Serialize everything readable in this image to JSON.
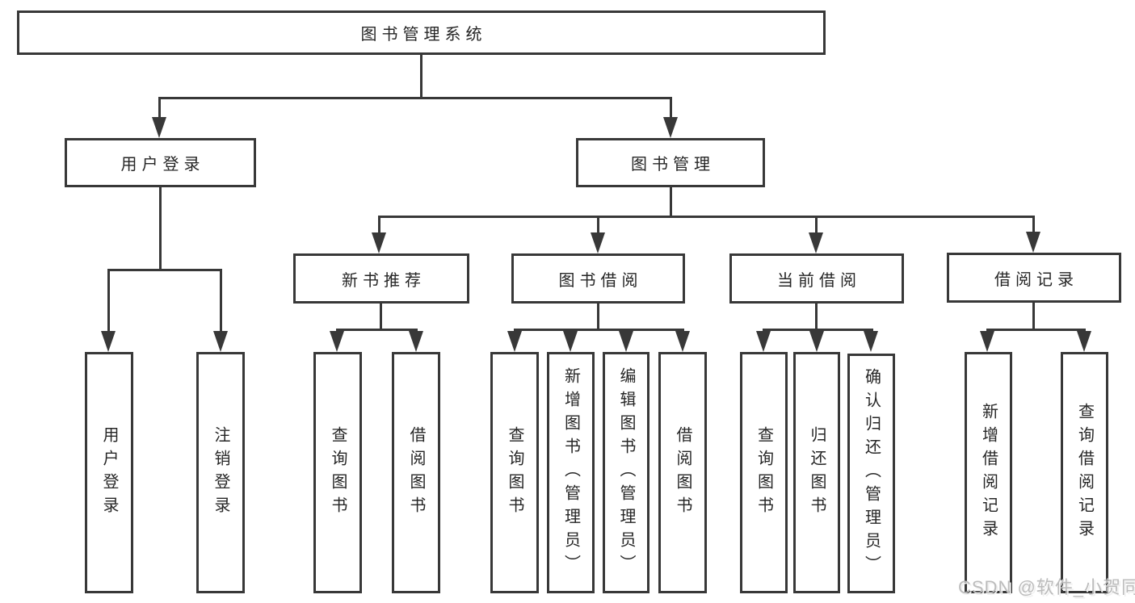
{
  "nodes": {
    "root": "图书管理系统",
    "user_login": "用户登录",
    "book_mgmt": "图书管理",
    "new_book_rec": "新书推荐",
    "book_borrow": "图书借阅",
    "current_borrow": "当前借阅",
    "borrow_record": "借阅记录",
    "ul_login": "用户登录",
    "ul_logout": "注销登录",
    "nbr_query": "查询图书",
    "nbr_borrow": "借阅图书",
    "bb_query": "查询图书",
    "bb_add": "新增图书（管理员）",
    "bb_edit": "编辑图书（管理员）",
    "bb_borrow": "借阅图书",
    "cb_query": "查询图书",
    "cb_return": "归还图书",
    "cb_confirm": "确认归还（管理员）",
    "br_add": "新增借阅记录",
    "br_query": "查询借阅记录"
  },
  "hierarchy": {
    "图书管理系统": {
      "用户登录": [
        "用户登录",
        "注销登录"
      ],
      "图书管理": {
        "新书推荐": [
          "查询图书",
          "借阅图书"
        ],
        "图书借阅": [
          "查询图书",
          "新增图书（管理员）",
          "编辑图书（管理员）",
          "借阅图书"
        ],
        "当前借阅": [
          "查询图书",
          "归还图书",
          "确认归还（管理员）"
        ],
        "借阅记录": [
          "新增借阅记录",
          "查询借阅记录"
        ]
      }
    }
  },
  "watermark": "CSDN @软件_小贺同学",
  "colors": {
    "line": "#383838",
    "text": "#262626",
    "watermark": "#bcbcbc",
    "background": "#ffffff"
  }
}
